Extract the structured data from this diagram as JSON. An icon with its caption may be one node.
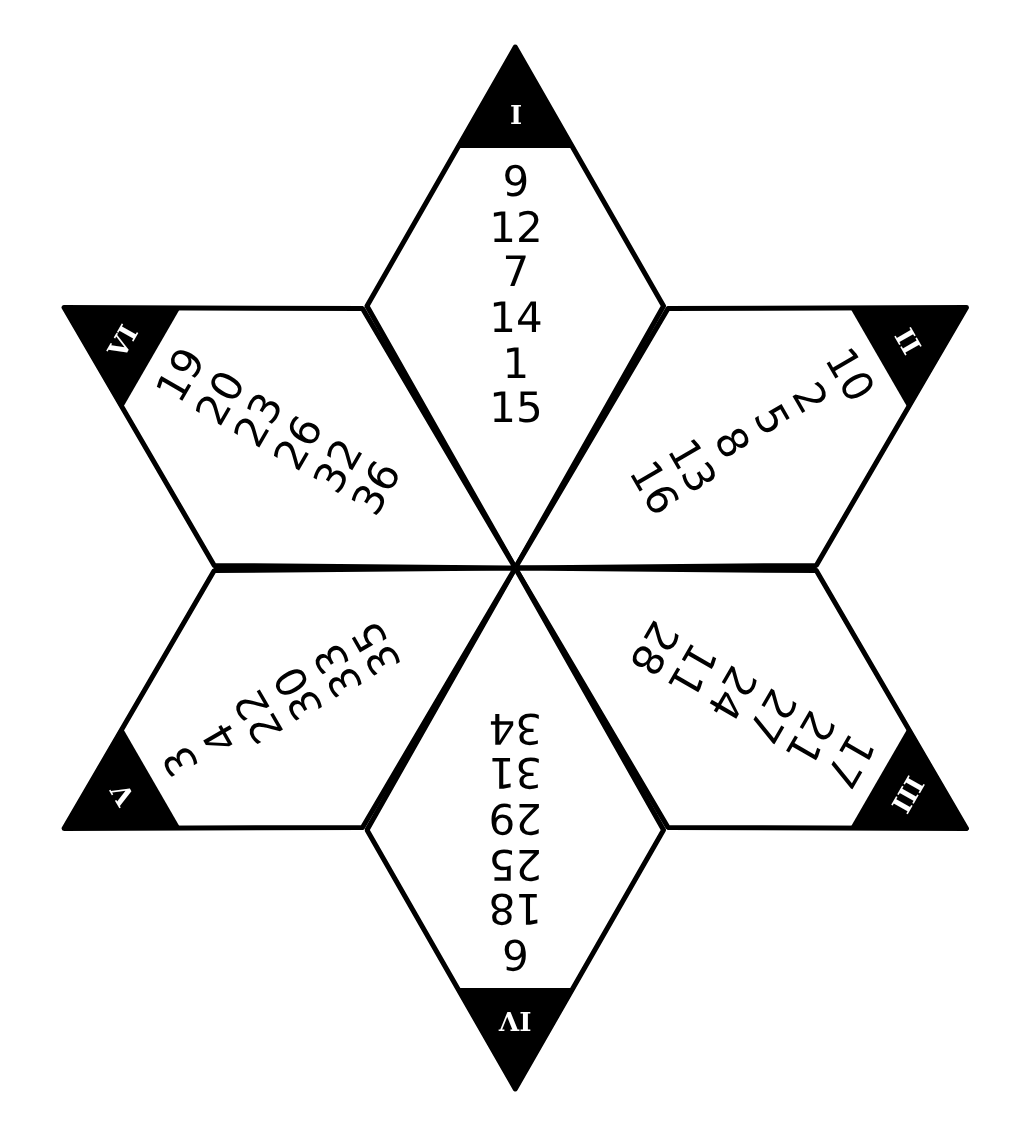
{
  "diagram": {
    "nodes": [
      {
        "text": [
          "I",
          "9 12 7 14 1 15"
        ]
      },
      {
        "text": [
          "II",
          "10 2 5 8 13 16"
        ]
      },
      {
        "text": [
          "III",
          "17 21 27 24 11 28"
        ]
      },
      {
        "text": [
          "IV",
          "6 18 25 29 31 34"
        ]
      },
      {
        "text": [
          "V",
          "3 4 22 30 33 35"
        ]
      },
      {
        "text": [
          "VI",
          "19 20 23 26 32 36"
        ]
      }
    ]
  }
}
